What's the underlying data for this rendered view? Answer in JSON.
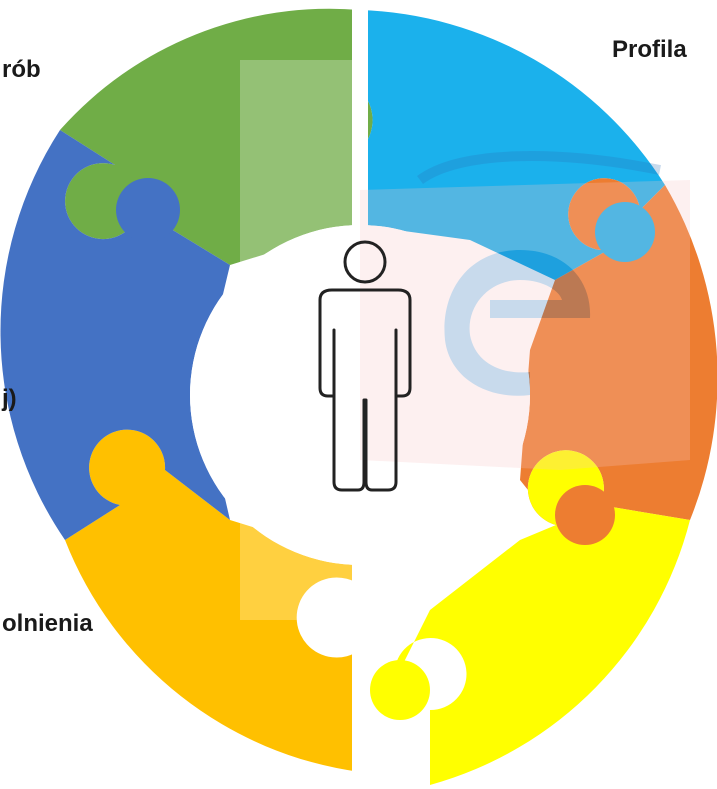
{
  "labels": {
    "top_left": "rób",
    "top_right": "Profila",
    "middle_left": "j)",
    "bottom_left": "olnienia"
  },
  "segments": [
    {
      "id": "green",
      "color": "#70AD47"
    },
    {
      "id": "blue-top",
      "color": "#1BB1EC"
    },
    {
      "id": "orange",
      "color": "#ED7D31"
    },
    {
      "id": "yellow",
      "color": "#FFFF00"
    },
    {
      "id": "amber",
      "color": "#FFC000"
    },
    {
      "id": "blue-left",
      "color": "#4472C4"
    }
  ],
  "center_icon": "person-icon",
  "watermark": "e-logo"
}
